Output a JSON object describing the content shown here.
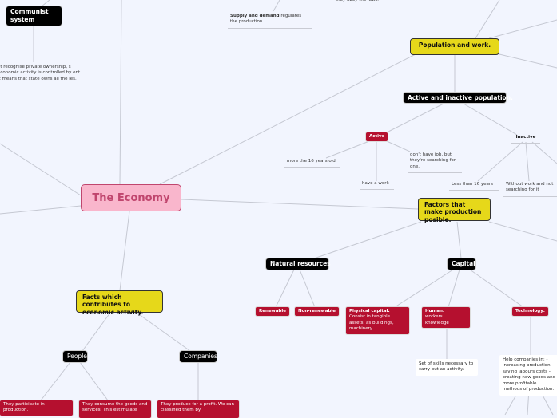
{
  "root": {
    "label": "The Economy"
  },
  "communist": {
    "label": "Communist system",
    "text": "ot recognise private ownership, s economic activity is controlled by ent. It means that state owns all the ies."
  },
  "supply": {
    "bold": "Supply and demand",
    "rest": " regulates the production"
  },
  "obey": {
    "text": "they obey the laws."
  },
  "population": {
    "label": "Population and work.",
    "active_inactive": "Active and inactive population.",
    "active": "Active",
    "active_children": [
      "more the 16 years old",
      "have a work",
      "don't have job, but they're searching for one."
    ],
    "inactive": "Inactive",
    "inactive_children": [
      "Less than 16 years",
      "Without work and not searching for it"
    ]
  },
  "factors": {
    "label": "Factors that make production posible.",
    "natural": "Natural resources",
    "renewable": "Renewable",
    "nonrenewable": "Non-renewable",
    "capital": "Capital",
    "physical_title": "Physical capital:",
    "physical_text": "Consist in tangible assets, as buildings, machinery...",
    "human_title": "Human:",
    "human_text": "workers knowledge",
    "human_detail": "Set of skills necessary to carry out an activity.",
    "technology": "Technology:",
    "technology_detail": "Help companies in: -increasing production -saving labours costs -creating new goods and more profitable methods of production."
  },
  "facts": {
    "label": "Facts which contributes to economic activity.",
    "people": "People",
    "companies": "Companies",
    "people_children": [
      "They participate in production.",
      "They consume the goods and services. This estimulate"
    ],
    "companies_child": "They produce for a profit. We can classified them by:"
  },
  "colors": {
    "background": "#f2f5fe",
    "central": "#f9b6cc",
    "main_topic": "#e6d81a",
    "subtopic": "#000000",
    "leaf": "#b5102f"
  }
}
